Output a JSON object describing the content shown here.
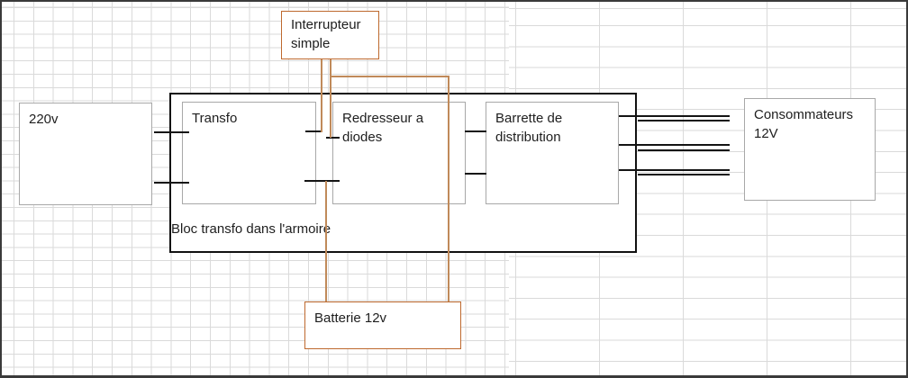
{
  "diagram": {
    "boxes": {
      "source_220v": {
        "label": "220v"
      },
      "interrupteur": {
        "lines": [
          "Interrupteur",
          "simple"
        ]
      },
      "transfo": {
        "label": "Transfo"
      },
      "redresseur": {
        "lines": [
          "Redresseur a",
          "diodes"
        ]
      },
      "barrette": {
        "lines": [
          "Barrette de",
          "distribution"
        ]
      },
      "consommateurs": {
        "lines": [
          "Consommateurs",
          "12V"
        ]
      },
      "batterie": {
        "label": "Batterie 12v"
      }
    },
    "bloc_caption": "Bloc transfo dans l'armoire"
  },
  "colors": {
    "accent_orange": "#BE692E",
    "wire_orange": "#C08A5A",
    "box_border_gray": "#A8A8A8",
    "wire_black": "#141414",
    "grid_line": "#DADADA",
    "frame_border": "#3A3A3A"
  }
}
